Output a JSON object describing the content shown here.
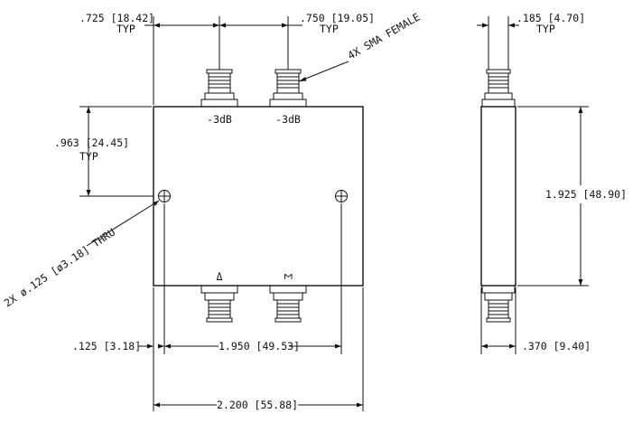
{
  "dimensions": {
    "top_left_offset": ".725 [18.42]",
    "top_left_typ": "TYP",
    "top_spacing": ".750 [19.05]",
    "top_spacing_typ": "TYP",
    "connector_note": "4X SMA FEMALE",
    "side_width": ".185 [4.70]",
    "side_width_typ": "TYP",
    "left_vertical": ".963 [24.45]",
    "left_vertical_typ": "TYP",
    "hole_note": "2X ø.125 [ø3.18] THRU",
    "height": "1.925 [48.90]",
    "hole_edge": ".125 [3.18]",
    "hole_spacing": "1.950 [49.53]",
    "overall_width": "2.200 [55.88]",
    "side_depth": ".370 [9.40]"
  },
  "port_labels": {
    "left_top": "-3dB",
    "right_top": "-3dB",
    "left_bottom": "Δ",
    "right_bottom": "Σ"
  }
}
